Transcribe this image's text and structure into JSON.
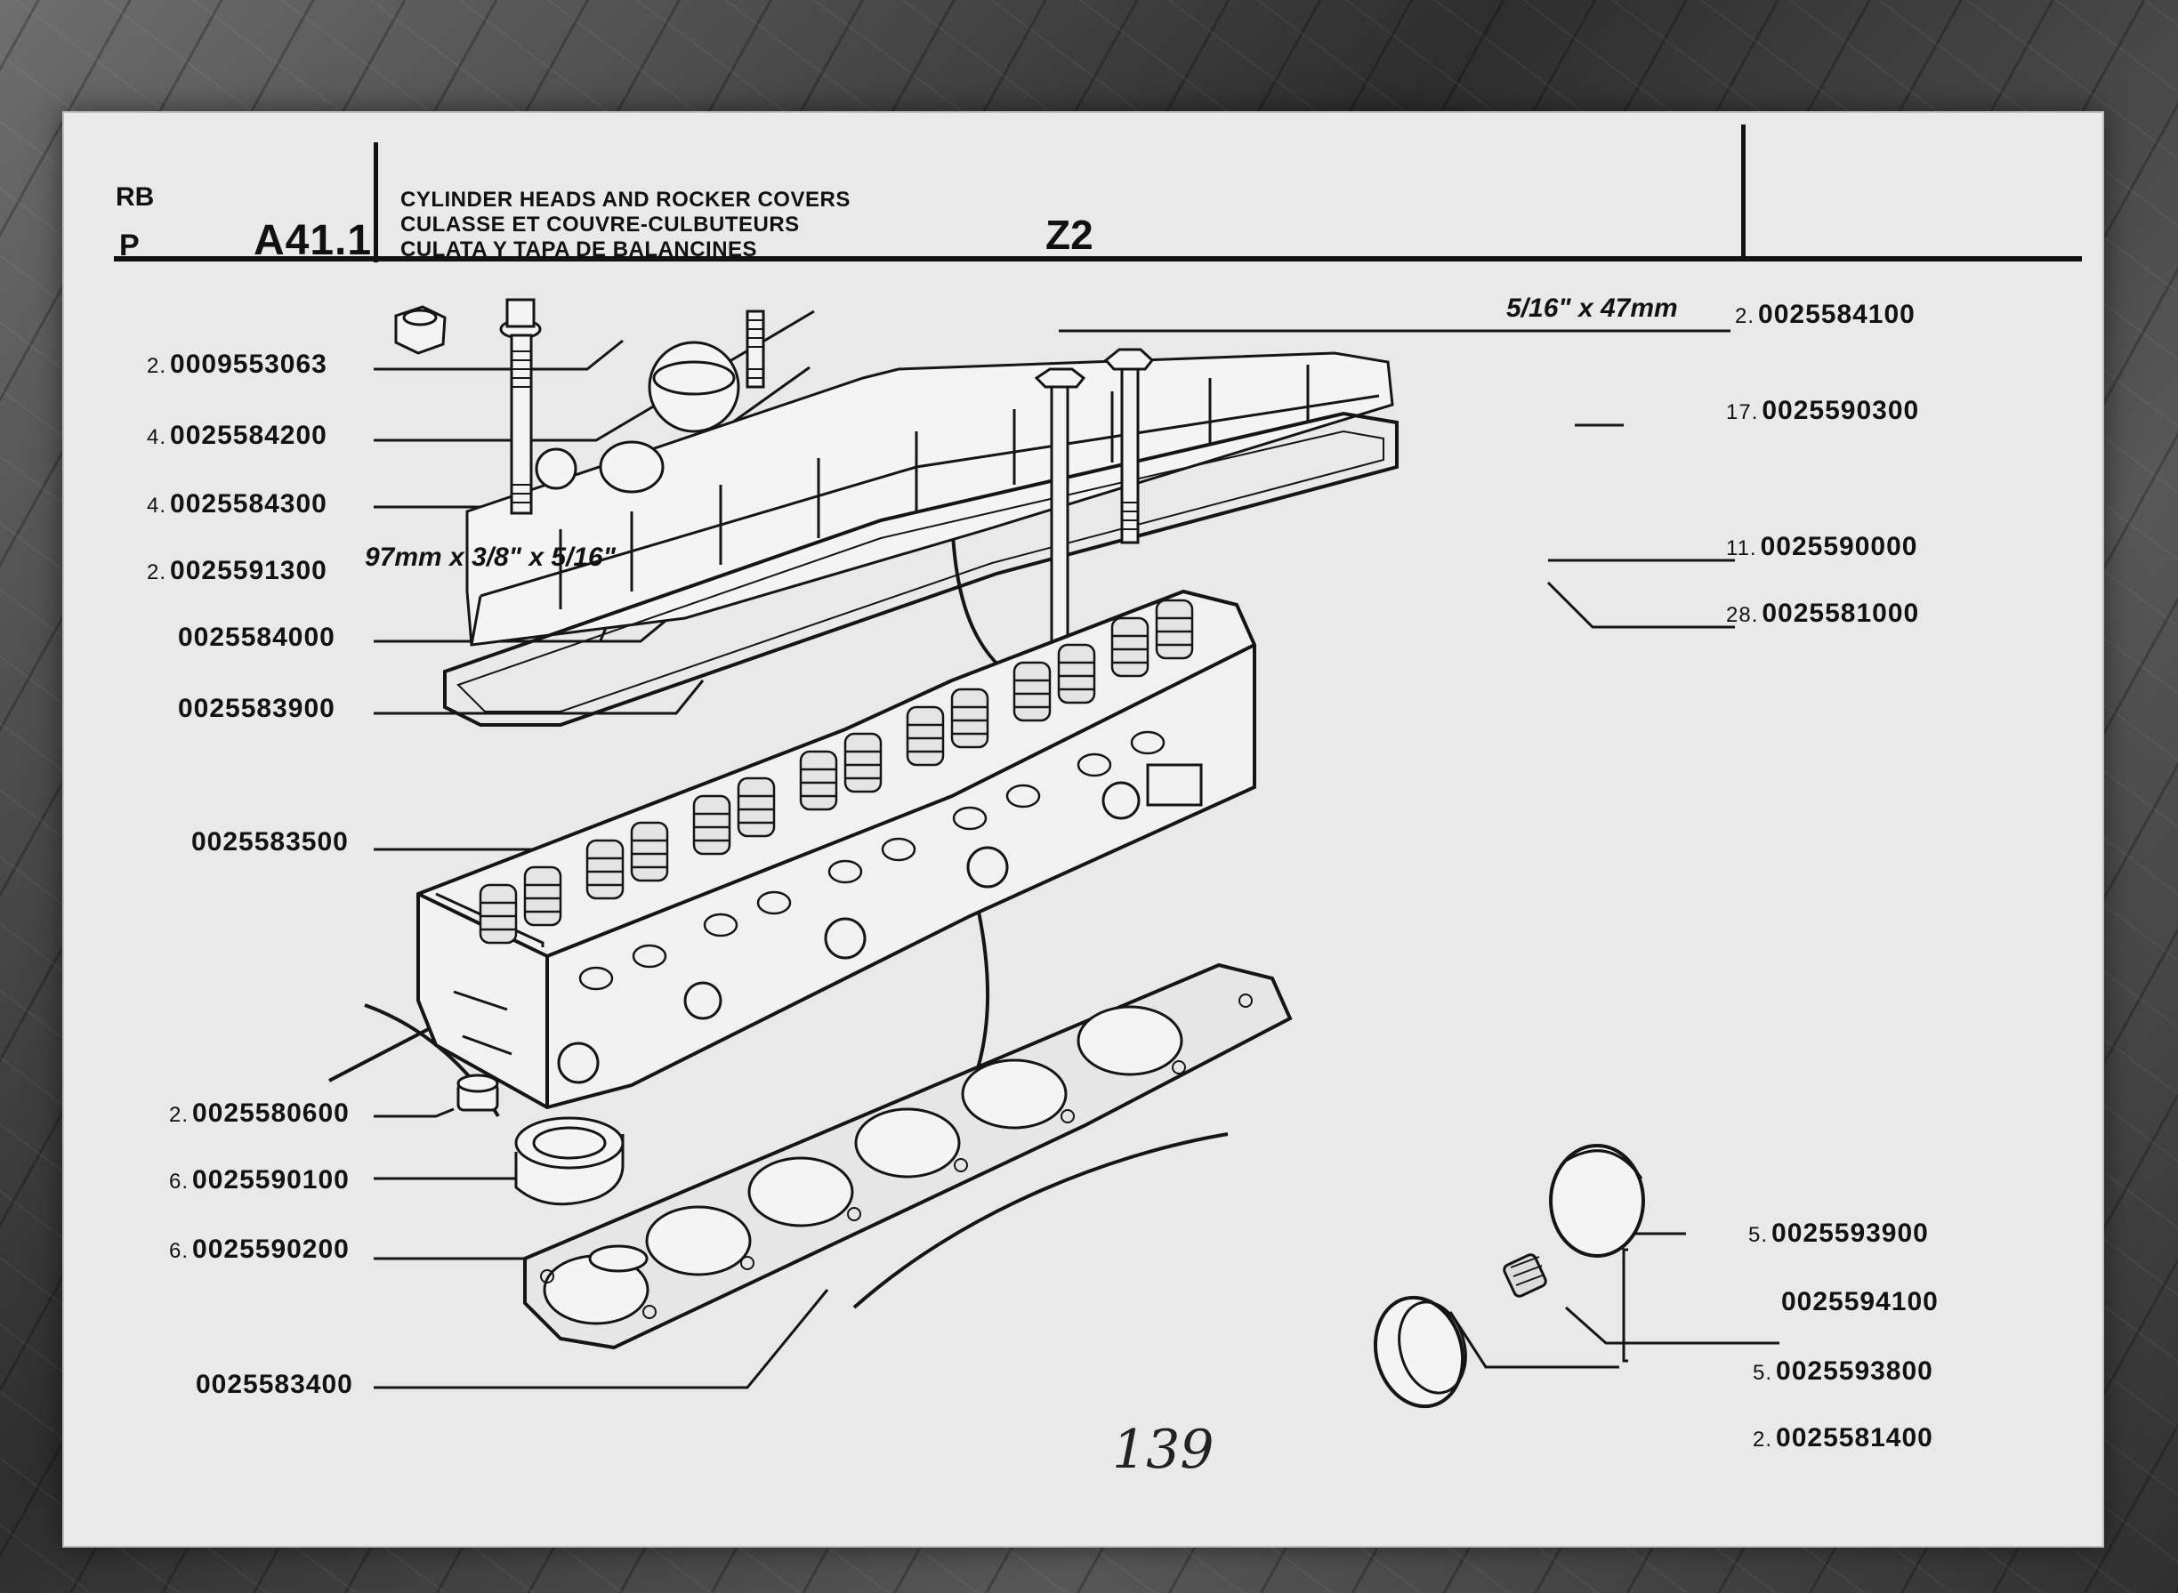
{
  "header": {
    "lang_codes": [
      "RB",
      "P"
    ],
    "section_code": "A41.1",
    "titles": [
      "CYLINDER HEADS AND ROCKER COVERS",
      "CULASSE ET COUVRE-CULBUTEURS",
      "CULATA Y TAPA DE BALANCINES"
    ],
    "model": "Z2"
  },
  "dimensions": {
    "stud_small": "5/16\" x 47mm",
    "stud_long": "97mm x 3/8\" x 5/16\""
  },
  "parts": [
    {
      "qty": "2.",
      "number": "0009553063"
    },
    {
      "qty": "4.",
      "number": "0025584200"
    },
    {
      "qty": "4.",
      "number": "0025584300"
    },
    {
      "qty": "2.",
      "number": "0025591300"
    },
    {
      "qty": "",
      "number": "0025584000"
    },
    {
      "qty": "",
      "number": "0025583900"
    },
    {
      "qty": "",
      "number": "0025583500"
    },
    {
      "qty": "2.",
      "number": "0025580600"
    },
    {
      "qty": "6.",
      "number": "0025590100"
    },
    {
      "qty": "6.",
      "number": "0025590200"
    },
    {
      "qty": "",
      "number": "0025583400"
    },
    {
      "qty": "2.",
      "number": "0025584100"
    },
    {
      "qty": "17.",
      "number": "0025590300"
    },
    {
      "qty": "11.",
      "number": "0025590000"
    },
    {
      "qty": "28.",
      "number": "0025581000"
    },
    {
      "qty": "5.",
      "number": "0025593900"
    },
    {
      "qty": "",
      "number": "0025594100"
    },
    {
      "qty": "5.",
      "number": "0025593800"
    },
    {
      "qty": "2.",
      "number": "0025581400"
    }
  ],
  "page_number": "139"
}
